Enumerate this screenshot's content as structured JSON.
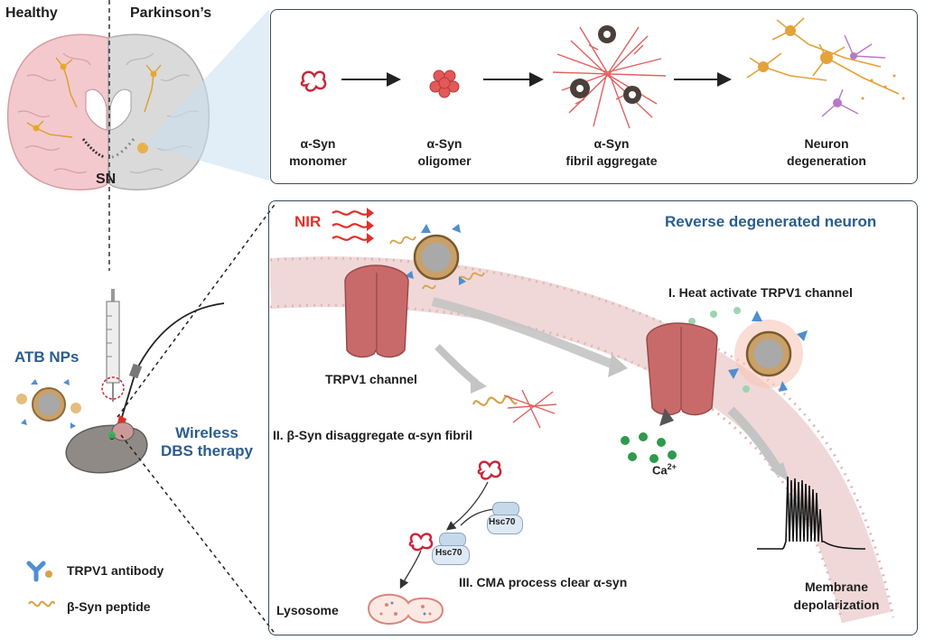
{
  "brain": {
    "healthy_label": "Healthy",
    "parkinsons_label": "Parkinson’s",
    "sn_label": "SN"
  },
  "pathway": {
    "steps": [
      {
        "line1": "α-Syn",
        "line2": "monomer"
      },
      {
        "line1": "α-Syn",
        "line2": "oligomer"
      },
      {
        "line1": "α-Syn",
        "line2": "fibril aggregate"
      },
      {
        "line1": "Neuron",
        "line2": "degeneration"
      }
    ]
  },
  "left": {
    "atb_label": "ATB NPs",
    "therapy_line1": "Wireless",
    "therapy_line2": "DBS therapy"
  },
  "legend": {
    "antibody": "TRPV1 antibody",
    "peptide": "β-Syn peptide"
  },
  "mechanism": {
    "nir": "NIR",
    "title": "Reverse degenerated neuron",
    "trpv1_channel": "TRPV1 channel",
    "step1": "I. Heat activate TRPV1 channel",
    "step2": "II. β-Syn disaggregate α-syn fibril",
    "step3": "III. CMA process clear α-syn",
    "hsc70": "Hsc70",
    "lysosome": "Lysosome",
    "ca": "Ca",
    "ca_sup": "2+",
    "membrane_line1": "Membrane",
    "membrane_line2": "depolarization"
  },
  "colors": {
    "panel_border": "#3a4a5e",
    "title_blue": "#2b5d8e",
    "nir_red": "#e0312b",
    "syn_red": "#c8283c",
    "channel": "#c96a6a",
    "peptide_gold": "#d9a24a",
    "antibody_blue": "#4f8fce",
    "ca_green": "#2e9a4c"
  },
  "icons": [
    "brain-section-icon",
    "syringe-icon",
    "mouse-icon",
    "nanoparticle-icon",
    "antibody-icon",
    "peptide-icon",
    "trpv1-channel-icon",
    "lysosome-icon",
    "nir-wave-icon"
  ]
}
